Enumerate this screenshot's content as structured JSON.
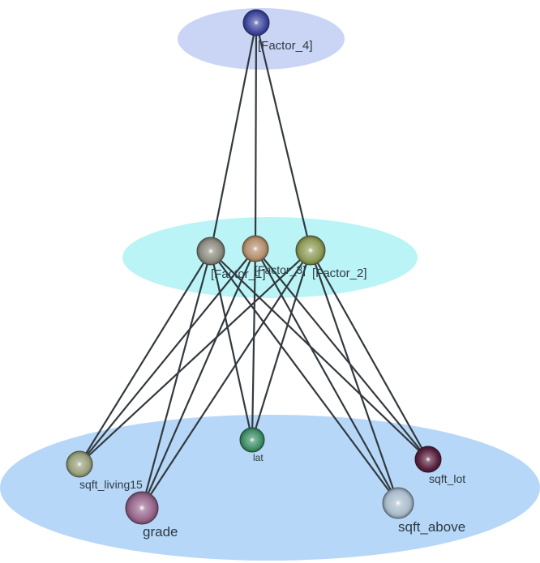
{
  "diagram": {
    "levels": [
      {
        "id": "top",
        "color": "#c7d3f5"
      },
      {
        "id": "middle",
        "color": "#b6f3f6"
      },
      {
        "id": "bottom",
        "color": "#b2d5f7"
      }
    ],
    "nodes": [
      {
        "id": "factor4",
        "label": "[Factor_4]",
        "color": "#3f48a0",
        "level": "top"
      },
      {
        "id": "factor1",
        "label": "[Factor_1]",
        "color": "#8c8b80",
        "level": "middle"
      },
      {
        "id": "factor3",
        "label": "[Factor_3]",
        "color": "#b48f6e",
        "level": "middle"
      },
      {
        "id": "factor2",
        "label": "[Factor_2]",
        "color": "#8c9a55",
        "level": "middle"
      },
      {
        "id": "lat",
        "label": "lat",
        "color": "#3f8f68",
        "level": "bottom"
      },
      {
        "id": "sqft_living15",
        "label": "sqft_living15",
        "color": "#98a07a",
        "level": "bottom"
      },
      {
        "id": "sqft_lot",
        "label": "sqft_lot",
        "color": "#5a2240",
        "level": "bottom"
      },
      {
        "id": "grade",
        "label": "grade",
        "color": "#96658a",
        "level": "bottom"
      },
      {
        "id": "sqft_above",
        "label": "sqft_above",
        "color": "#a9bccc",
        "level": "bottom"
      }
    ],
    "edges": [
      [
        "factor4",
        "factor1"
      ],
      [
        "factor4",
        "factor3"
      ],
      [
        "factor4",
        "factor2"
      ],
      [
        "factor1",
        "sqft_living15"
      ],
      [
        "factor1",
        "grade"
      ],
      [
        "factor1",
        "lat"
      ],
      [
        "factor1",
        "sqft_lot"
      ],
      [
        "factor1",
        "sqft_above"
      ],
      [
        "factor3",
        "sqft_living15"
      ],
      [
        "factor3",
        "grade"
      ],
      [
        "factor3",
        "lat"
      ],
      [
        "factor3",
        "sqft_lot"
      ],
      [
        "factor3",
        "sqft_above"
      ],
      [
        "factor2",
        "sqft_living15"
      ],
      [
        "factor2",
        "grade"
      ],
      [
        "factor2",
        "lat"
      ],
      [
        "factor2",
        "sqft_lot"
      ],
      [
        "factor2",
        "sqft_above"
      ]
    ]
  }
}
